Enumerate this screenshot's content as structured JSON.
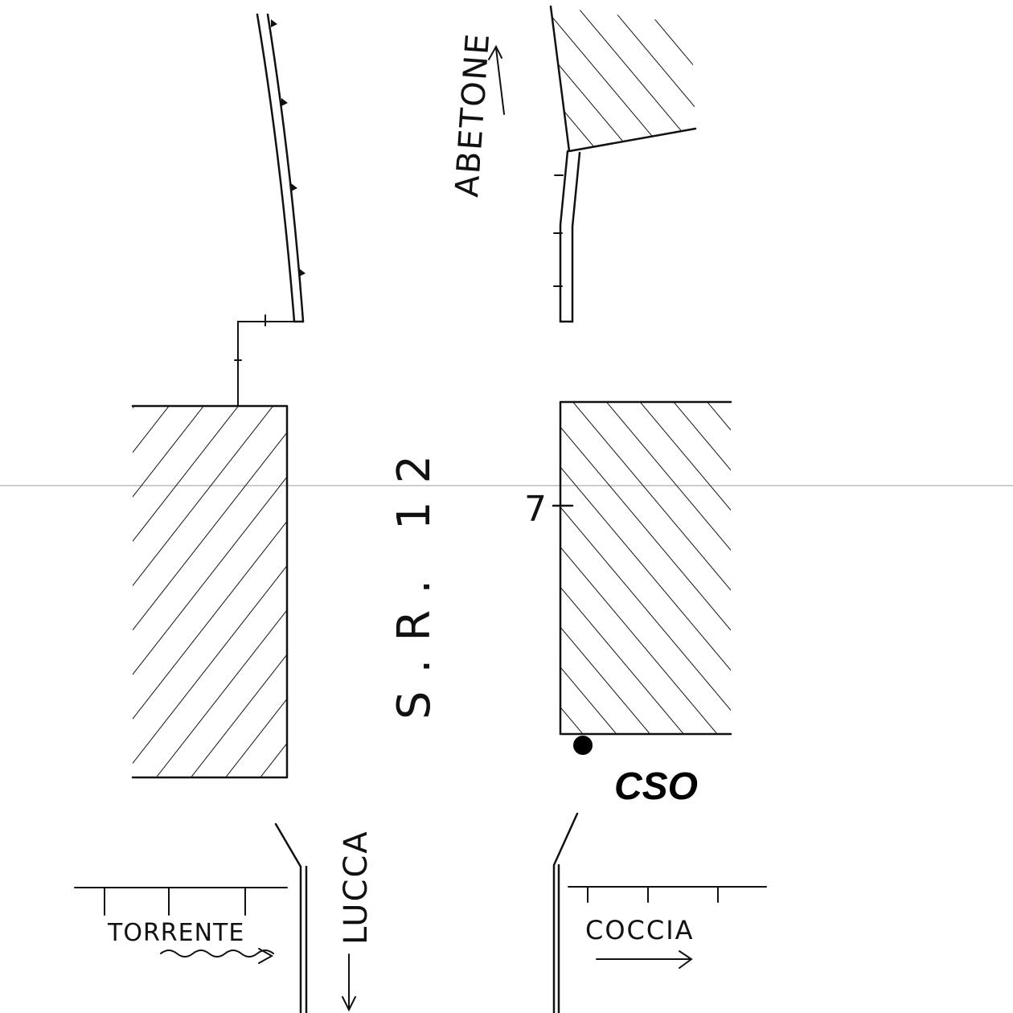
{
  "labels": {
    "road_name": "S.R. 12",
    "north_direction": "ABETONE",
    "south_direction": "LUCCA",
    "left_street": "TORRENTE",
    "right_street": "COCCIA",
    "house_number": "7",
    "marker_label": "CSO"
  },
  "colors": {
    "ink": "#111111",
    "background": "#ffffff",
    "scan_line": "#9a9a9a",
    "marker": "#000000"
  },
  "icons": {
    "marker": "filled-dot",
    "direction": "arrow"
  }
}
